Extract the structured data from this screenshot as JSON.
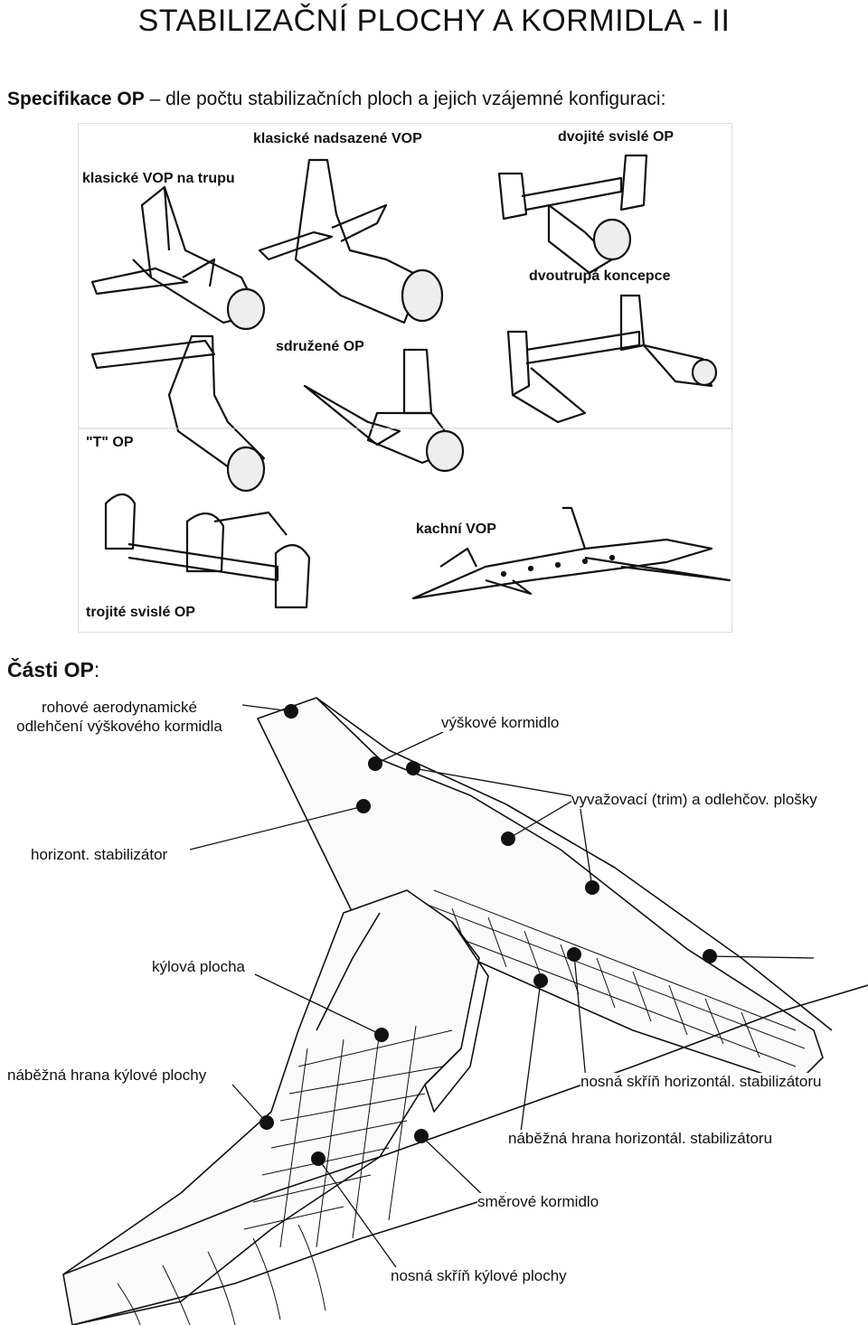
{
  "title": "STABILIZAČNÍ PLOCHY A KORMIDLA - II",
  "specification": {
    "heading": "Specifikace OP",
    "dash": "–",
    "text": "dle počtu stabilizačních ploch a jejich vzájemné konfiguraci:"
  },
  "configurations": {
    "classic_fuselage": "klasické VOP na trupu",
    "classic_raised": "klasické nadsazené VOP",
    "double_vertical": "dvojité svislé OP",
    "twin_boom": "dvoutrupá koncepce",
    "combined": "sdružené OP",
    "t_tail": "\"T\" OP",
    "canard": "kachní VOP",
    "triple_vertical": "trojité svislé OP"
  },
  "parts": {
    "heading": "Části OP",
    "colon": ":",
    "horn_balance_line1": "rohové aerodynamické",
    "horn_balance_line2": "odlehčení výškového kormidla",
    "elevator": "výškové kormidlo",
    "trim_tabs": "vyvažovací (trim) a odlehčov. plošky",
    "horizontal_stabilizer": "horizont. stabilizátor",
    "fin": "kýlová plocha",
    "fin_leading_edge": "náběžná hrana kýlové plochy",
    "stabilizer_box": "nosná skříň horizontál. stabilizátoru",
    "stabilizer_leading_edge": "náběžná hrana horizontál. stabilizátoru",
    "rudder": "směrové kormidlo",
    "fin_box": "nosná skříň kýlové plochy"
  }
}
